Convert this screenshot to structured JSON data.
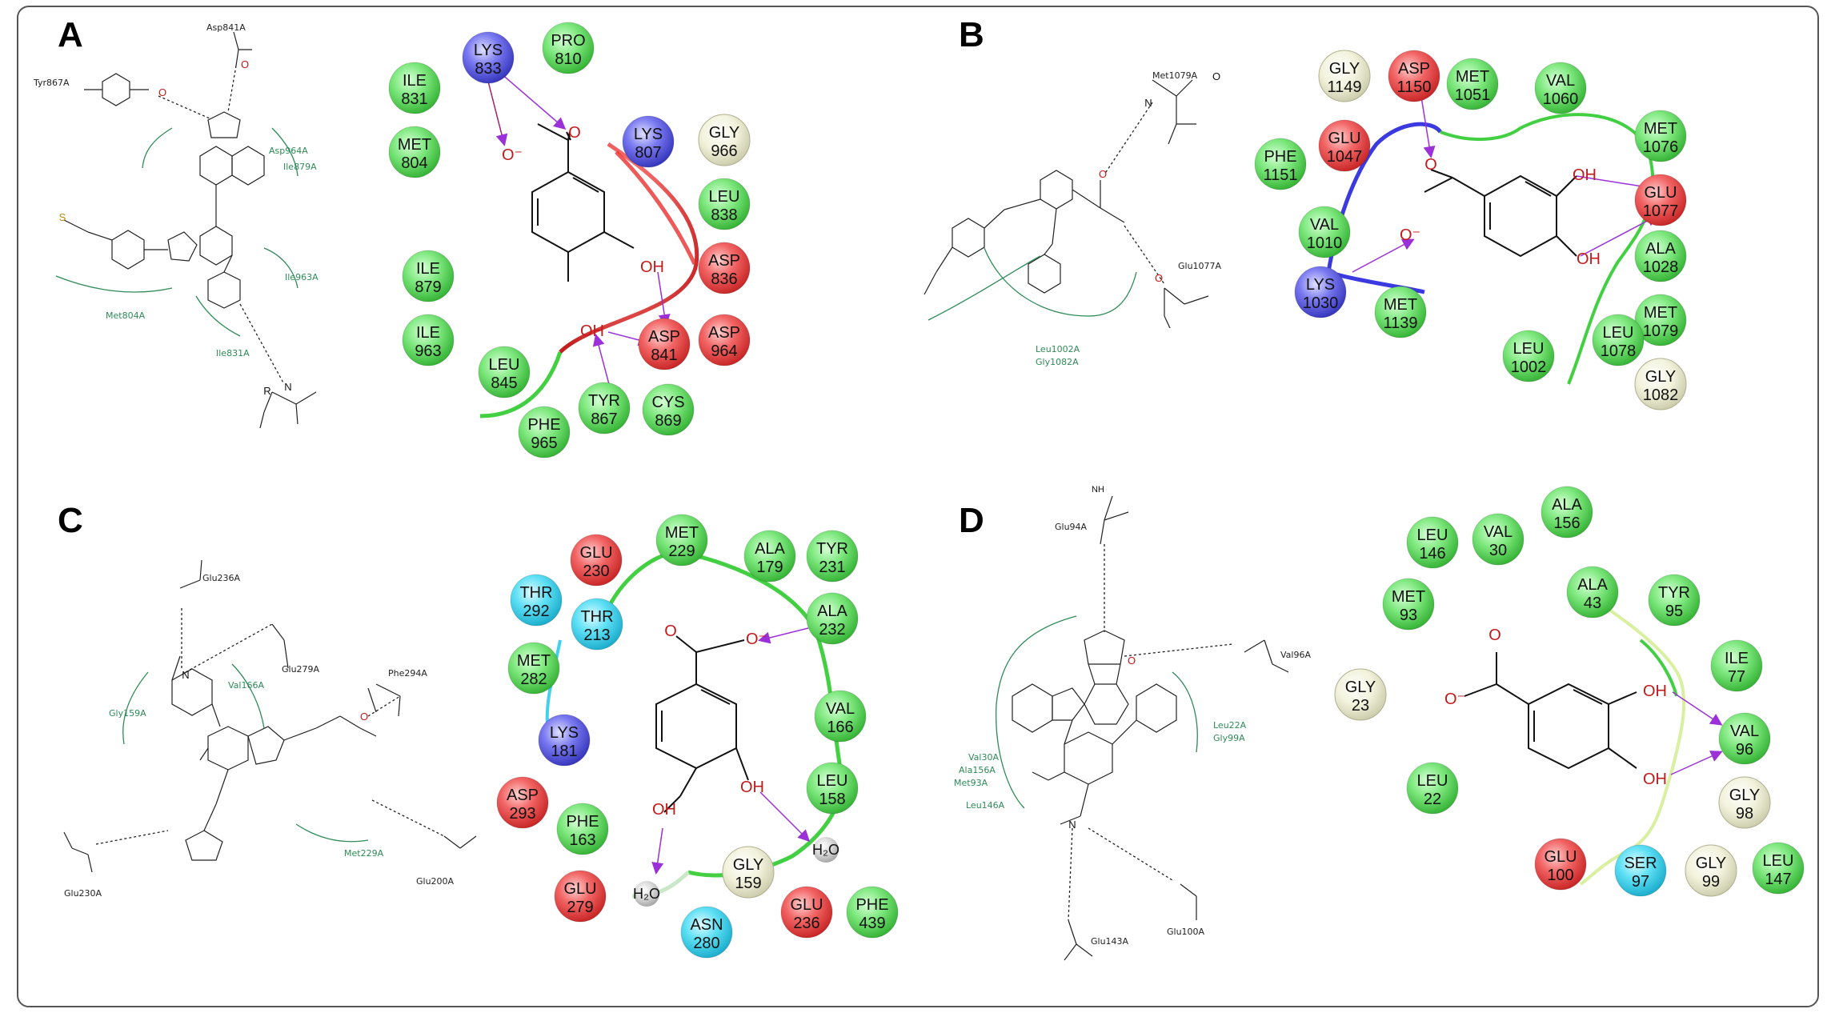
{
  "panels": {
    "A": {
      "letter": "A",
      "ligand_labels": [
        "Asp841A",
        "Tyr867A",
        "Asp964A",
        "Ile879A",
        "Ile963A",
        "Met804A",
        "Ile831A"
      ],
      "residues": [
        {
          "name": "LYS",
          "num": "833",
          "kind": "positive"
        },
        {
          "name": "PRO",
          "num": "810",
          "kind": "hydrophobic"
        },
        {
          "name": "ILE",
          "num": "831",
          "kind": "hydrophobic"
        },
        {
          "name": "MET",
          "num": "804",
          "kind": "hydrophobic"
        },
        {
          "name": "LYS",
          "num": "807",
          "kind": "positive"
        },
        {
          "name": "GLY",
          "num": "966",
          "kind": "glycine"
        },
        {
          "name": "LEU",
          "num": "838",
          "kind": "hydrophobic"
        },
        {
          "name": "ASP",
          "num": "836",
          "kind": "negative"
        },
        {
          "name": "ILE",
          "num": "879",
          "kind": "hydrophobic"
        },
        {
          "name": "ILE",
          "num": "963",
          "kind": "hydrophobic"
        },
        {
          "name": "ASP",
          "num": "841",
          "kind": "negative"
        },
        {
          "name": "ASP",
          "num": "964",
          "kind": "negative"
        },
        {
          "name": "LEU",
          "num": "845",
          "kind": "hydrophobic"
        },
        {
          "name": "TYR",
          "num": "867",
          "kind": "hydrophobic"
        },
        {
          "name": "CYS",
          "num": "869",
          "kind": "hydrophobic"
        },
        {
          "name": "PHE",
          "num": "965",
          "kind": "hydrophobic"
        }
      ]
    },
    "B": {
      "letter": "B",
      "ligand_labels": [
        "Met1079A",
        "Glu1077A",
        "Leu1002A",
        "Gly1082A"
      ],
      "residues": [
        {
          "name": "GLY",
          "num": "1149",
          "kind": "glycine"
        },
        {
          "name": "ASP",
          "num": "1150",
          "kind": "negative"
        },
        {
          "name": "MET",
          "num": "1051",
          "kind": "hydrophobic"
        },
        {
          "name": "VAL",
          "num": "1060",
          "kind": "hydrophobic"
        },
        {
          "name": "GLU",
          "num": "1047",
          "kind": "negative"
        },
        {
          "name": "MET",
          "num": "1076",
          "kind": "hydrophobic"
        },
        {
          "name": "PHE",
          "num": "1151",
          "kind": "hydrophobic"
        },
        {
          "name": "GLU",
          "num": "1077",
          "kind": "negative"
        },
        {
          "name": "VAL",
          "num": "1010",
          "kind": "hydrophobic"
        },
        {
          "name": "ALA",
          "num": "1028",
          "kind": "hydrophobic"
        },
        {
          "name": "LYS",
          "num": "1030",
          "kind": "positive"
        },
        {
          "name": "MET",
          "num": "1139",
          "kind": "hydrophobic"
        },
        {
          "name": "MET",
          "num": "1079",
          "kind": "hydrophobic"
        },
        {
          "name": "LEU",
          "num": "1078",
          "kind": "hydrophobic"
        },
        {
          "name": "LEU",
          "num": "1002",
          "kind": "hydrophobic"
        },
        {
          "name": "GLY",
          "num": "1082",
          "kind": "glycine"
        }
      ]
    },
    "C": {
      "letter": "C",
      "ligand_labels": [
        "Glu236A",
        "Glu279A",
        "Val166A",
        "Gly159A",
        "Phe294A",
        "Met229A",
        "Glu230A",
        "Glu200A"
      ],
      "residues": [
        {
          "name": "GLU",
          "num": "230",
          "kind": "negative"
        },
        {
          "name": "MET",
          "num": "229",
          "kind": "hydrophobic"
        },
        {
          "name": "ALA",
          "num": "179",
          "kind": "hydrophobic"
        },
        {
          "name": "TYR",
          "num": "231",
          "kind": "hydrophobic"
        },
        {
          "name": "THR",
          "num": "292",
          "kind": "polar"
        },
        {
          "name": "THR",
          "num": "213",
          "kind": "polar"
        },
        {
          "name": "ALA",
          "num": "232",
          "kind": "hydrophobic"
        },
        {
          "name": "MET",
          "num": "282",
          "kind": "hydrophobic"
        },
        {
          "name": "VAL",
          "num": "166",
          "kind": "hydrophobic"
        },
        {
          "name": "LYS",
          "num": "181",
          "kind": "positive"
        },
        {
          "name": "LEU",
          "num": "158",
          "kind": "hydrophobic"
        },
        {
          "name": "ASP",
          "num": "293",
          "kind": "negative"
        },
        {
          "name": "PHE",
          "num": "163",
          "kind": "hydrophobic"
        },
        {
          "name": "GLY",
          "num": "159",
          "kind": "glycine"
        },
        {
          "name": "GLU",
          "num": "279",
          "kind": "negative"
        },
        {
          "name": "GLU",
          "num": "236",
          "kind": "negative"
        },
        {
          "name": "PHE",
          "num": "439",
          "kind": "hydrophobic"
        },
        {
          "name": "ASN",
          "num": "280",
          "kind": "polar"
        }
      ],
      "water": "H₂O"
    },
    "D": {
      "letter": "D",
      "ligand_labels": [
        "Glu94A",
        "Val96A",
        "Val30A",
        "Ala156A",
        "Met93A",
        "Leu146A",
        "Leu22A",
        "Gly99A",
        "Glu143A",
        "Glu100A"
      ],
      "residues": [
        {
          "name": "LEU",
          "num": "146",
          "kind": "hydrophobic"
        },
        {
          "name": "VAL",
          "num": "30",
          "kind": "hydrophobic"
        },
        {
          "name": "ALA",
          "num": "156",
          "kind": "hydrophobic"
        },
        {
          "name": "MET",
          "num": "93",
          "kind": "hydrophobic"
        },
        {
          "name": "ALA",
          "num": "43",
          "kind": "hydrophobic"
        },
        {
          "name": "TYR",
          "num": "95",
          "kind": "hydrophobic"
        },
        {
          "name": "ILE",
          "num": "77",
          "kind": "hydrophobic"
        },
        {
          "name": "GLY",
          "num": "23",
          "kind": "glycine"
        },
        {
          "name": "VAL",
          "num": "96",
          "kind": "hydrophobic"
        },
        {
          "name": "LEU",
          "num": "22",
          "kind": "hydrophobic"
        },
        {
          "name": "GLY",
          "num": "98",
          "kind": "glycine"
        },
        {
          "name": "GLU",
          "num": "100",
          "kind": "negative"
        },
        {
          "name": "SER",
          "num": "97",
          "kind": "polar"
        },
        {
          "name": "GLY",
          "num": "99",
          "kind": "glycine"
        },
        {
          "name": "LEU",
          "num": "147",
          "kind": "hydrophobic"
        }
      ]
    }
  },
  "atoms": {
    "O": "O",
    "OH": "OH",
    "O_minus": "O⁻",
    "H": "H",
    "N": "N",
    "S": "S",
    "R": "R",
    "NH": "NH"
  },
  "colors": {
    "hydrophobic": "#5fe05f",
    "negative": "#f04848",
    "positive": "#6060e8",
    "polar": "#40d8f0",
    "glycine": "#f0f0d0",
    "hbond_arrow": "#9b30d9",
    "contact_green": "#2e8b57",
    "frame": "#555555"
  }
}
